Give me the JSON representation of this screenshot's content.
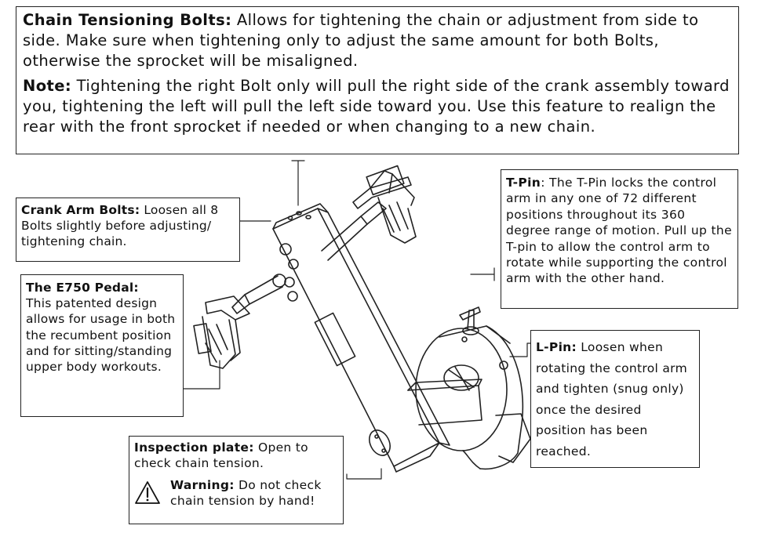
{
  "top_box": {
    "heading": "Chain Tensioning Bolts:",
    "text": "Allows for tightening the chain or adjustment from side to side.  Make sure when tightening only to adjust the same amount for both Bolts, otherwise the sprocket will be misaligned.",
    "note_heading": "Note:",
    "note_text": "Tightening the right Bolt only will pull the right side of the crank assembly toward you, tightening the left will pull the left side toward you.  Use this feature to realign the rear with the front sprocket if needed or when changing to a new chain."
  },
  "crank_box": {
    "heading": "Crank Arm Bolts:",
    "text": "Loosen all 8 Bolts slightly before adjusting/ tightening chain."
  },
  "pedal_box": {
    "heading": "The E750 Pedal:",
    "text": "This patented design allows for usage in both the recumbent position and for sitting/standing upper body workouts."
  },
  "tpin_box": {
    "heading": "T-Pin",
    "text": ":  The T-Pin locks the control arm in any one of 72 different positions throughout its 360 degree range of motion. Pull up the T-pin to allow the control arm to rotate while supporting the control arm with the other hand."
  },
  "lpin_box": {
    "heading": "L-Pin:",
    "text": "Loosen when rotating the control arm and tighten (snug only) once the desired position has been reached."
  },
  "insp_box": {
    "heading": "Inspection plate:",
    "text": "Open to check chain tension.",
    "warning_heading": "Warning:",
    "warning_text": "Do not check chain tension by hand!"
  },
  "icons": {
    "warning": "warning-triangle-icon"
  }
}
